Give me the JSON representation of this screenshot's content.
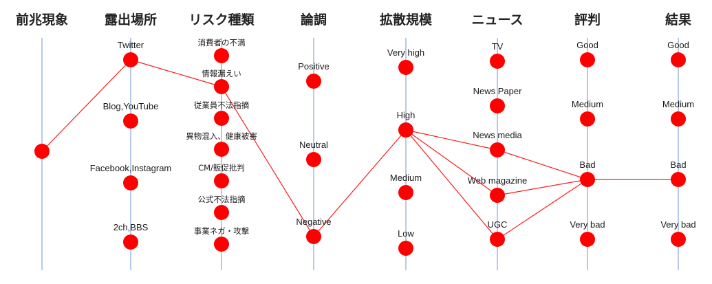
{
  "colors": {
    "axis": "#8faedc",
    "node": "#ff0000",
    "edge": "#ff1a1a"
  },
  "columns": [
    {
      "id": "c0",
      "title": "前兆現象",
      "nodes": [
        {
          "id": "c0-0",
          "label": ""
        }
      ]
    },
    {
      "id": "c1",
      "title": "露出場所",
      "nodes": [
        {
          "id": "c1-0",
          "label": "Twitter"
        },
        {
          "id": "c1-1",
          "label": "Blog,YouTube"
        },
        {
          "id": "c1-2",
          "label": "Facebook,Instagram"
        },
        {
          "id": "c1-3",
          "label": "2ch,BBS"
        }
      ]
    },
    {
      "id": "c2",
      "title": "リスク種類",
      "nodes": [
        {
          "id": "c2-0",
          "label": "消費者の不満"
        },
        {
          "id": "c2-1",
          "label": "情報漏えい"
        },
        {
          "id": "c2-2",
          "label": "従業員不法指摘"
        },
        {
          "id": "c2-3",
          "label": "異物混入、健康被害"
        },
        {
          "id": "c2-4",
          "label": "CM/販促批判"
        },
        {
          "id": "c2-5",
          "label": "公式不法指摘"
        },
        {
          "id": "c2-6",
          "label": "事業ネガ・攻撃"
        }
      ]
    },
    {
      "id": "c3",
      "title": "論調",
      "nodes": [
        {
          "id": "c3-0",
          "label": "Positive"
        },
        {
          "id": "c3-1",
          "label": "Neutral"
        },
        {
          "id": "c3-2",
          "label": "Negative"
        }
      ]
    },
    {
      "id": "c4",
      "title": "拡散規模",
      "nodes": [
        {
          "id": "c4-0",
          "label": "Very high"
        },
        {
          "id": "c4-1",
          "label": "High"
        },
        {
          "id": "c4-2",
          "label": "Medium"
        },
        {
          "id": "c4-3",
          "label": "Low"
        }
      ]
    },
    {
      "id": "c5",
      "title": "ニュース",
      "nodes": [
        {
          "id": "c5-0",
          "label": "TV"
        },
        {
          "id": "c5-1",
          "label": "News Paper"
        },
        {
          "id": "c5-2",
          "label": "News media"
        },
        {
          "id": "c5-3",
          "label": "Web magazine"
        },
        {
          "id": "c5-4",
          "label": "UGC"
        }
      ]
    },
    {
      "id": "c6",
      "title": "評判",
      "nodes": [
        {
          "id": "c6-0",
          "label": "Good"
        },
        {
          "id": "c6-1",
          "label": "Medium"
        },
        {
          "id": "c6-2",
          "label": "Bad"
        },
        {
          "id": "c6-3",
          "label": "Very bad"
        }
      ]
    },
    {
      "id": "c7",
      "title": "結果",
      "nodes": [
        {
          "id": "c7-0",
          "label": "Good"
        },
        {
          "id": "c7-1",
          "label": "Medium"
        },
        {
          "id": "c7-2",
          "label": "Bad"
        },
        {
          "id": "c7-3",
          "label": "Very bad"
        }
      ]
    }
  ],
  "edges": [
    [
      "c0-0",
      "c1-0"
    ],
    [
      "c1-0",
      "c2-1"
    ],
    [
      "c2-1",
      "c3-2"
    ],
    [
      "c3-2",
      "c4-1"
    ],
    [
      "c4-1",
      "c5-2"
    ],
    [
      "c4-1",
      "c5-3"
    ],
    [
      "c4-1",
      "c5-4"
    ],
    [
      "c5-2",
      "c6-2"
    ],
    [
      "c5-3",
      "c6-2"
    ],
    [
      "c5-4",
      "c6-2"
    ],
    [
      "c6-2",
      "c7-2"
    ]
  ]
}
